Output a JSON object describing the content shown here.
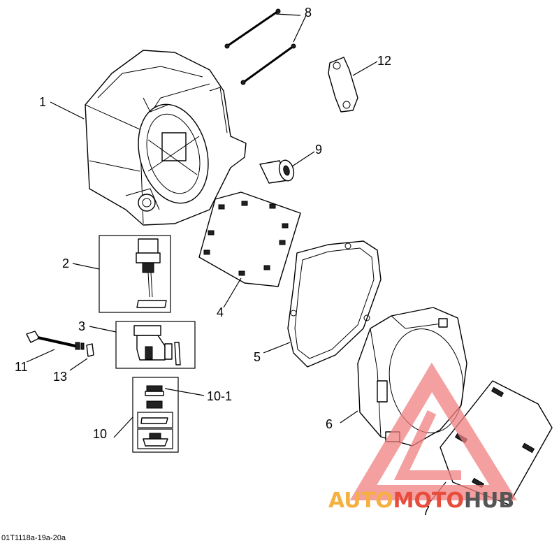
{
  "diagram": {
    "callouts": {
      "c1": "1",
      "c2": "2",
      "c3": "3",
      "c4": "4",
      "c5": "5",
      "c6": "6",
      "c7": "7",
      "c8": "8",
      "c9": "9",
      "c10": "10",
      "c10_1": "10-1",
      "c11": "11",
      "c12": "12",
      "c13": "13"
    },
    "drawing_code": "01T1118a-19a-20a"
  },
  "watermark": {
    "word_part1": "AUTO",
    "word_part2": "MOTO",
    "word_part3": "HUB",
    "colors": {
      "orange": "#f5b041",
      "red": "#e74c3c",
      "gray": "#555555",
      "triangle": "#f08080"
    }
  }
}
